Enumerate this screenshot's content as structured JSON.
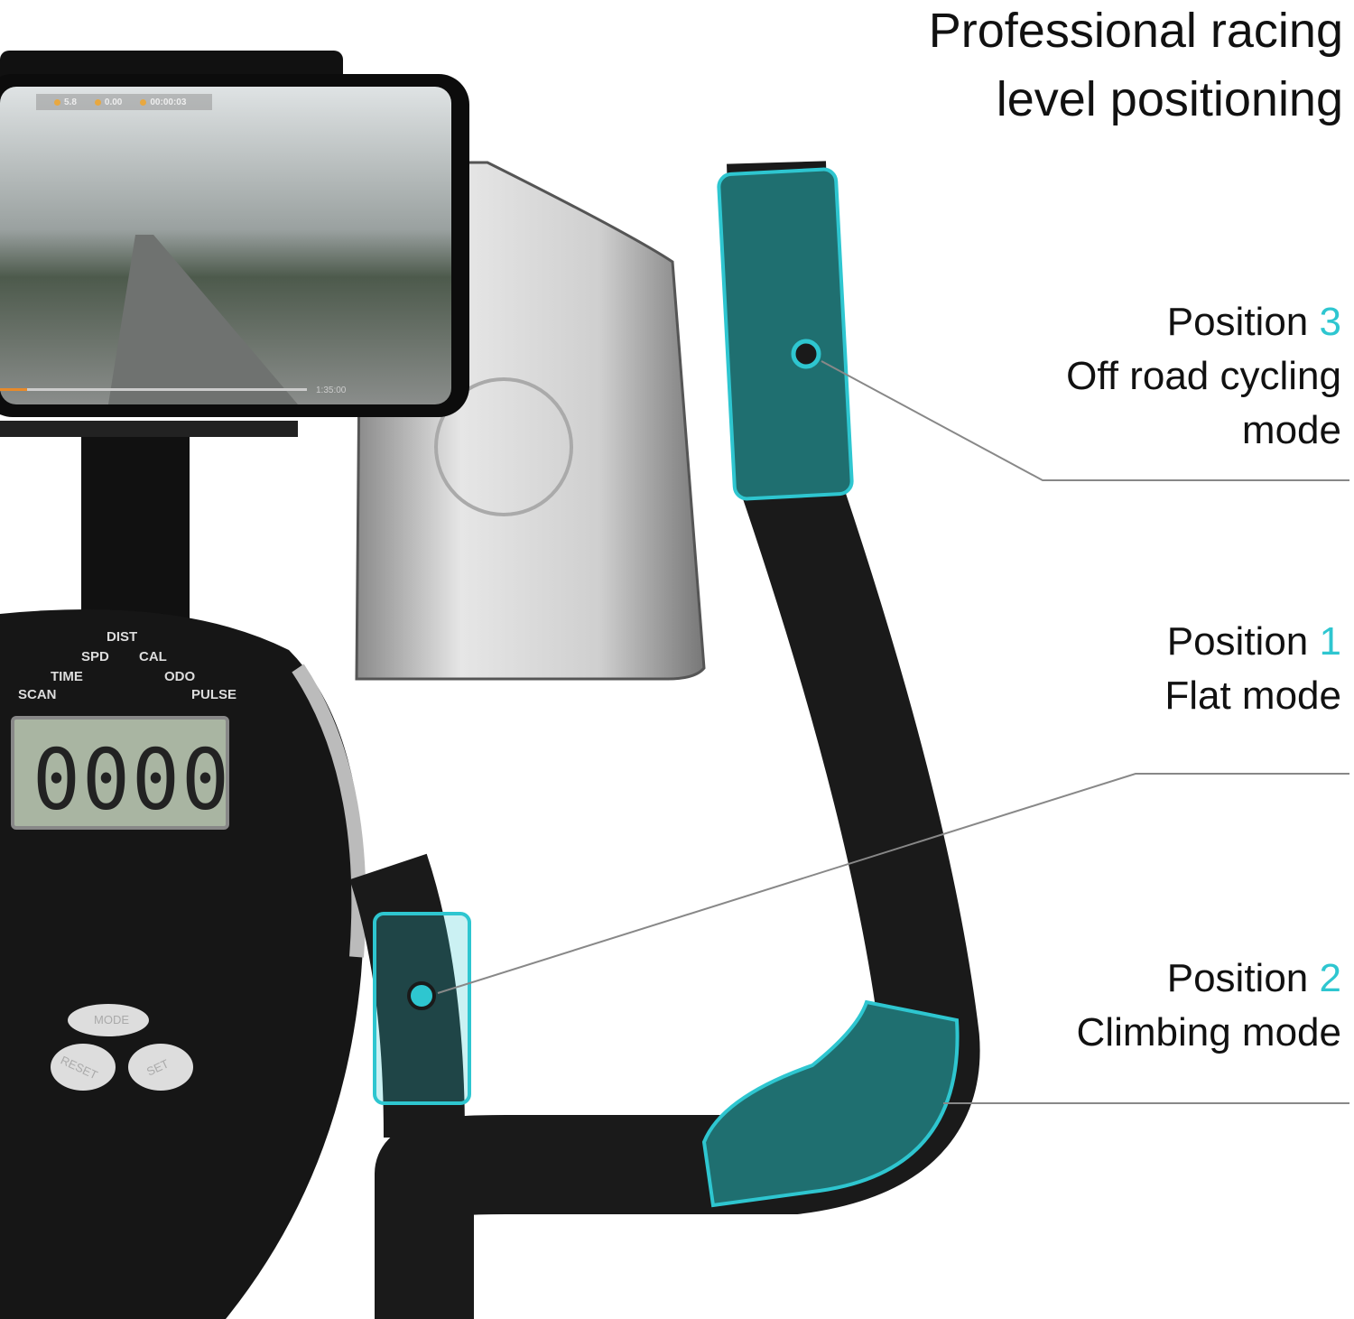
{
  "headline": {
    "line1": "Professional racing",
    "line2": "level positioning"
  },
  "positions": [
    {
      "prefix": "Position",
      "number": "3",
      "desc_line1": "Off road cycling",
      "desc_line2": "mode"
    },
    {
      "prefix": "Position",
      "number": "1",
      "desc_line1": "Flat mode"
    },
    {
      "prefix": "Position",
      "number": "2",
      "desc_line1": "Climbing mode"
    }
  ],
  "phone_screen": {
    "speed": "5.8",
    "distance": "0.00",
    "elapsed": "00:00:03",
    "duration": "1:35:00"
  },
  "console": {
    "labels": [
      "DIST",
      "SPD",
      "CAL",
      "TIME",
      "ODO",
      "SCAN",
      "PULSE"
    ],
    "lcd_value": "0000",
    "buttons": {
      "mode": "MODE",
      "reset": "RESET",
      "set": "SET"
    }
  },
  "colors": {
    "accent": "#2ec6d0",
    "grip_teal": "#1f6f70",
    "bar_black": "#1a1a1a"
  }
}
